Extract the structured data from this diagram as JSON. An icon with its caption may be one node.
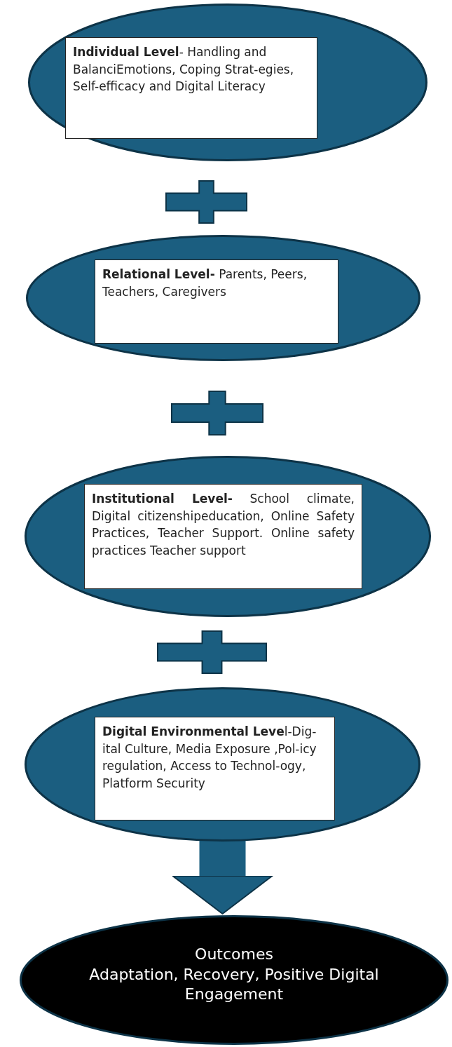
{
  "diagram": {
    "nodes": [
      {
        "text": [
          "**Individual Level**- Handling and BalanciEmotions, Coping Strat-egies, Self-efficacy and Digital Literacy"
        ]
      },
      {
        "text": [
          "**Relational Level-** Parents, Peers, Teachers, Caregivers"
        ]
      },
      {
        "text": [
          "**Institutional Level-** School climate, Digital citizenshipeducation, Online Safety Practices, Teacher Support. Online safety practices Teacher support"
        ]
      },
      {
        "text": [
          "**Digital Environmental Leve**l-Dig-ital Culture, Media Exposure ,Pol-icy regulation, Access to Technol-ogy, Platform Security"
        ]
      },
      {
        "text": [
          "Outcomes",
          "Adaptation, Recovery, Positive Digital Engagement"
        ]
      }
    ],
    "edges": [
      {
        "from": 3,
        "to": 4,
        "arrow": "to"
      }
    ]
  }
}
